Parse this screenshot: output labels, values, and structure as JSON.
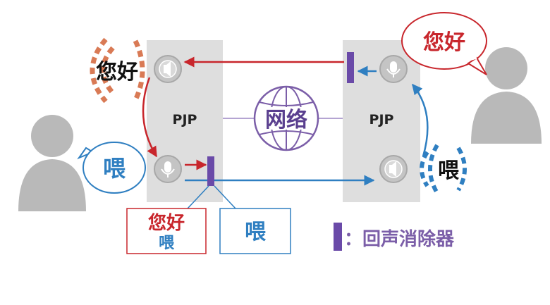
{
  "colors": {
    "red": "#c8262c",
    "blue": "#2f7fc1",
    "purple": "#6a4aa8",
    "echo_orange": "#d97a55",
    "device_gray": "#dcdcdc",
    "person_gray": "#b9b9b9",
    "globe_purple": "#7b5ea8"
  },
  "left_device": {
    "label": "PJP"
  },
  "right_device": {
    "label": "PJP"
  },
  "network": {
    "label": "网络"
  },
  "left_person": {
    "speech": "喂",
    "echo_text": "您好"
  },
  "right_person": {
    "speech": "您好",
    "sound_text": "喂"
  },
  "mix_box": {
    "line1": "您好",
    "line2": "喂"
  },
  "clean_box": {
    "text": "喂"
  },
  "legend": {
    "text": "：回声消除器",
    "icon": "echo-canceller-bar"
  },
  "icons": [
    "microphone-icon",
    "speaker-icon",
    "globe-icon",
    "person-icon"
  ]
}
